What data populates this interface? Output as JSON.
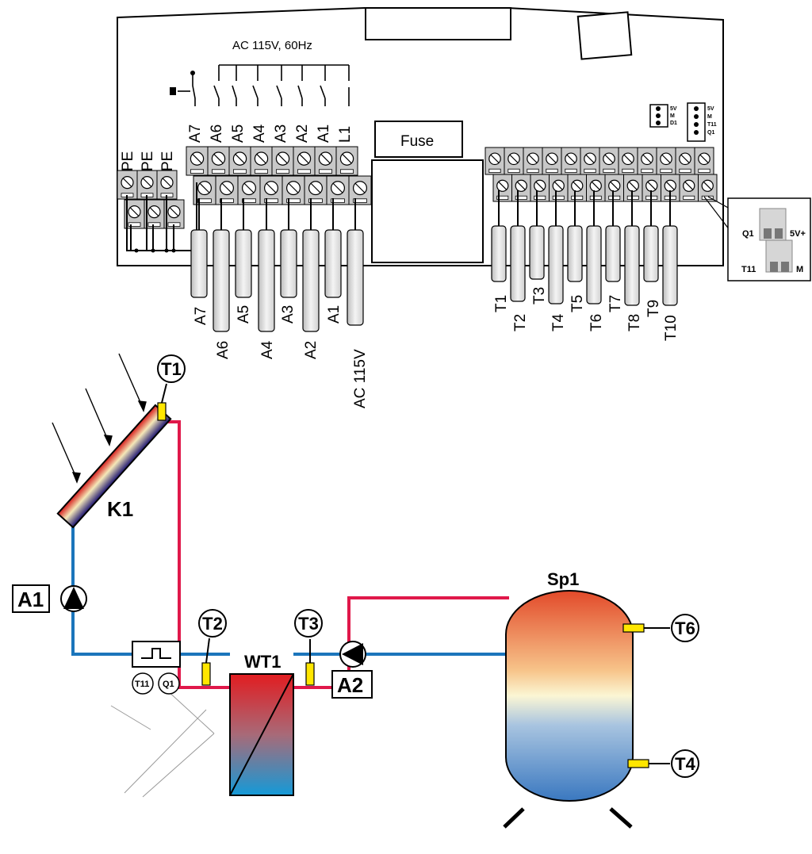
{
  "controller": {
    "power_header": "AC 115V, 60Hz",
    "fuse_label": "Fuse",
    "pe_labels": [
      "PE",
      "PE",
      "PE"
    ],
    "relay_terminals": [
      "A7",
      "A6",
      "A5",
      "A4",
      "A3",
      "A2",
      "A1",
      "L1"
    ],
    "relay_cables": [
      "A7",
      "A6",
      "A5",
      "A4",
      "A3",
      "A2",
      "A1",
      "AC 115V"
    ],
    "sensor_cables": [
      "T1",
      "T2",
      "T3",
      "T4",
      "T5",
      "T6",
      "T7",
      "T8",
      "T9",
      "T10"
    ],
    "connector_a": [
      "5V",
      "M",
      "D1"
    ],
    "connector_b": [
      "5V",
      "M",
      "T11",
      "Q1"
    ],
    "inset": {
      "q1": "Q1",
      "v5": "5V+",
      "t11": "T11",
      "m": "M"
    }
  },
  "hydraulic": {
    "collector": "K1",
    "heat_exchanger": "WT1",
    "storage_tank": "Sp1",
    "pump_primary": "A1",
    "pump_secondary": "A2",
    "flow_sensor_t11": "T11",
    "flow_sensor_q1": "Q1",
    "sensors": {
      "t1": "T1",
      "t2": "T2",
      "t3": "T3",
      "t4": "T4",
      "t6": "T6"
    }
  },
  "colors": {
    "hot_pipe": "#e0184a",
    "cold_pipe": "#1b75bb",
    "sensor": "#ffe600",
    "terminal": "#c8c8c8"
  }
}
